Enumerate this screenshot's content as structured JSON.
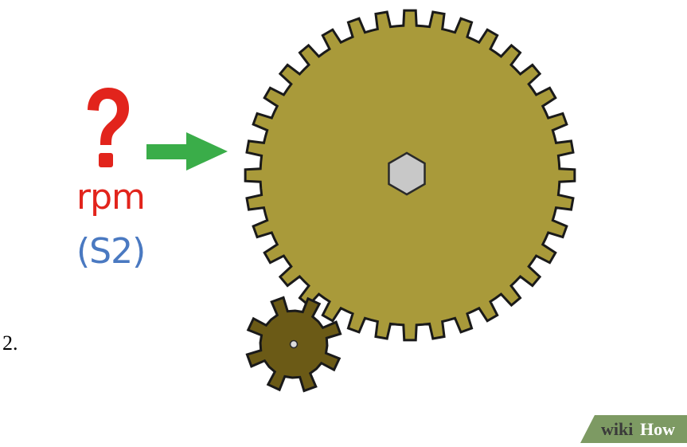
{
  "step_number": "2.",
  "label_rpm": "rpm",
  "label_s2": "(S2)",
  "watermark": {
    "text_wiki": "wiki",
    "text_how": "How"
  },
  "icons": [
    "question-mark-icon",
    "arrow-right-icon",
    "large-gear-icon",
    "small-gear-icon",
    "hex-axle-icon"
  ],
  "colors": {
    "question_mark": "#e2241c",
    "rpm_text": "#e2241c",
    "s2_text": "#4a79c1",
    "arrow": "#3aad49",
    "large_gear_fill": "#a99a3a",
    "gear_outline": "#1a1a1a",
    "small_gear_fill": "#6b5a16",
    "hex_fill": "#c8c8c8",
    "watermark_bg": "#7d9a63"
  },
  "gears": {
    "large_teeth": 36,
    "small_teeth": 8
  }
}
